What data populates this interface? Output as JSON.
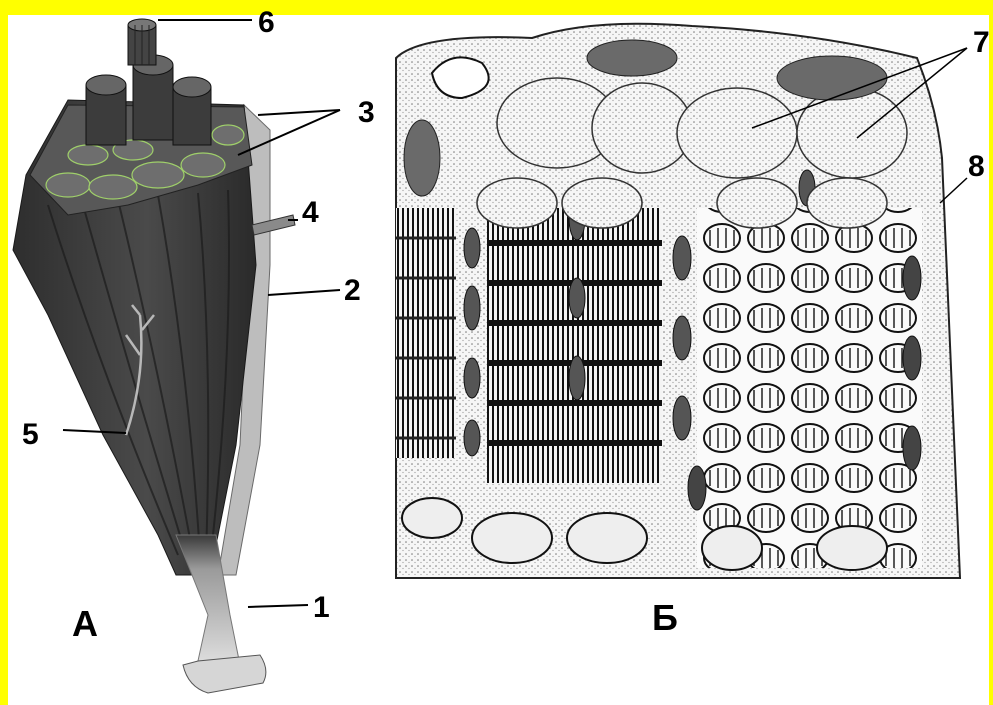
{
  "frame_color": "#ffff00",
  "panels": [
    {
      "letter": "А",
      "content": "muscle-fiber-bundle-illustration"
    },
    {
      "letter": "Б",
      "content": "muscle-fiber-micrograph-sketch"
    }
  ],
  "labels": [
    "1",
    "2",
    "3",
    "4",
    "5",
    "6",
    "7",
    "8"
  ]
}
